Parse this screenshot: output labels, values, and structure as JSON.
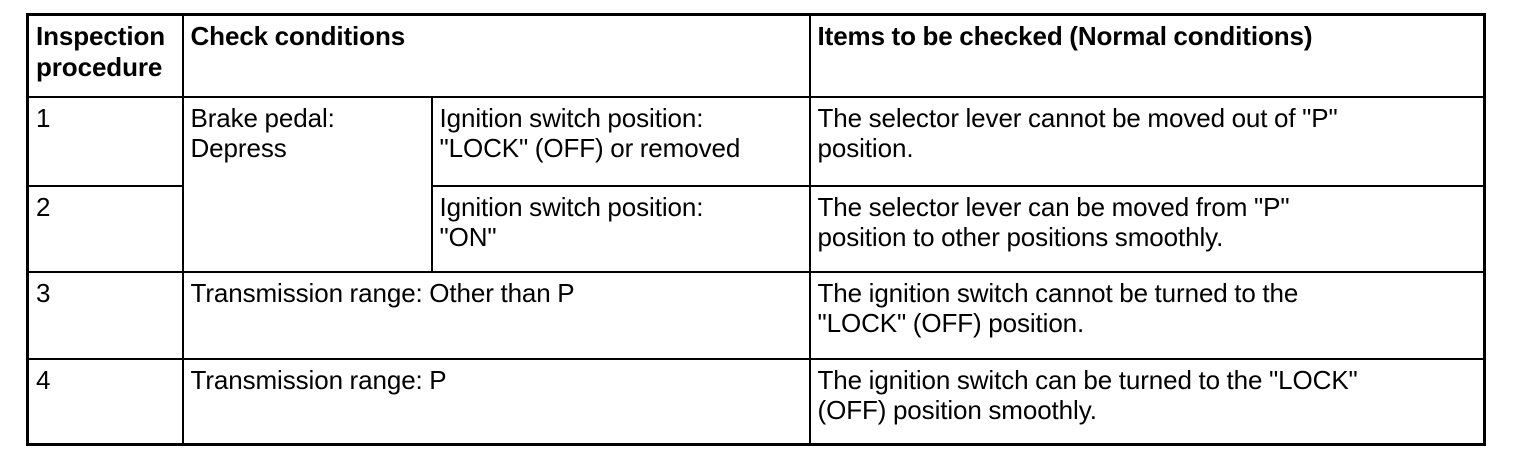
{
  "table": {
    "headers": {
      "col1": "Inspection\nprocedure",
      "col2": "Check conditions",
      "col4": "Items to be checked (Normal conditions)"
    },
    "rows": [
      {
        "procedure": "1",
        "condition_main": "Brake pedal:\nDepress",
        "condition_sub": "Ignition switch position:\n\"LOCK\" (OFF) or removed",
        "items_checked": "The selector lever cannot be moved out of \"P\"\nposition."
      },
      {
        "procedure": "2",
        "condition_main": "",
        "condition_sub": "Ignition switch position:\n\"ON\"",
        "items_checked": "The selector lever can be moved from \"P\"\nposition to other positions smoothly."
      },
      {
        "procedure": "3",
        "condition_full": "Transmission range: Other than P",
        "items_checked": "The ignition switch cannot be turned to the\n\"LOCK\" (OFF) position."
      },
      {
        "procedure": "4",
        "condition_full": "Transmission range: P",
        "items_checked": "The ignition switch can be turned to the \"LOCK\"\n(OFF) position smoothly."
      }
    ]
  },
  "colors": {
    "background": "#ffffff",
    "text": "#000000",
    "border": "#000000"
  }
}
